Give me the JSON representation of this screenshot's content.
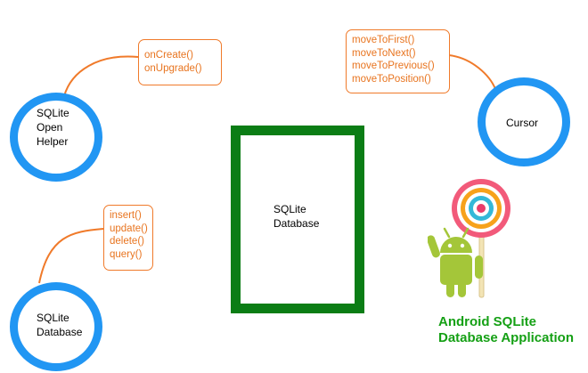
{
  "diagram": {
    "open_helper": {
      "label_lines": [
        "SQLite",
        "Open",
        "Helper"
      ],
      "methods": [
        "onCreate()",
        "onUpgrade()"
      ]
    },
    "cursor": {
      "label": "Cursor",
      "methods": [
        "moveToFirst()",
        "moveToNext()",
        "moveToPrevious()",
        "moveToPosition()"
      ]
    },
    "sqlite_database_small": {
      "label_lines": [
        "SQLite",
        "Database"
      ],
      "methods": [
        "insert()",
        "update()",
        "delete()",
        "query()"
      ]
    },
    "center_database": {
      "label_lines": [
        "SQLite",
        "Database"
      ]
    },
    "app_title": {
      "line1": "Android SQLite",
      "line2": "Database Application"
    },
    "colors": {
      "circle_ring": "#2196f3",
      "connector": "#f07a2a",
      "method_text": "#e8741f",
      "database_border": "#0b7d15",
      "app_title": "#15a015",
      "android_green": "#a4c639"
    },
    "icons": [
      "android-robot-icon",
      "lollipop-icon"
    ]
  }
}
